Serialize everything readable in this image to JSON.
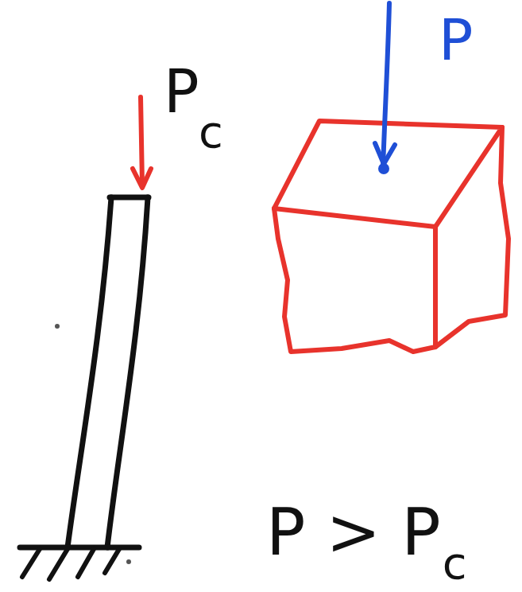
{
  "diagram": {
    "labels": [
      "P",
      "c",
      "P",
      "P > P",
      "c"
    ]
  }
}
